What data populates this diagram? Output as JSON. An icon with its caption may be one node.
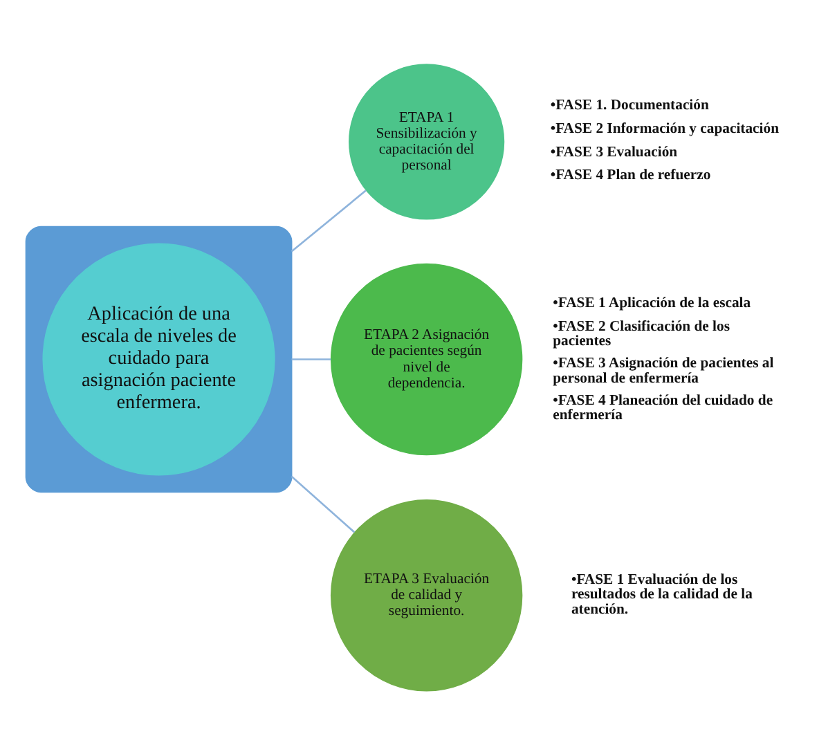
{
  "diagram": {
    "nodes": [
      {
        "text": [],
        "shape": "box"
      },
      {
        "text": [
          "Aplicación de una escala de niveles de cuidado para asignación paciente enfermera."
        ],
        "in": 0
      },
      {
        "text": [
          "ETAPA 1 Sensibilización y capacitación del personal"
        ],
        "beside": [
          "•FASE 1. Documentación",
          "•FASE 2 Información y capacitación",
          "•FASE 3 Evaluación",
          "•FASE 4 Plan de refuerzo"
        ]
      },
      {
        "text": [
          "ETAPA 2 Asignación de pacientes según nivel de dependencia."
        ],
        "beside": [
          "•FASE 1 Aplicación de la escala",
          "•FASE 2 Clasificación de los pacientes",
          "•FASE 3 Asignación de pacientes al personal de enfermería",
          "•FASE 4 Planeación del cuidado de enfermería"
        ]
      },
      {
        "text": [
          "ETAPA 3 Evaluación de calidad y seguimiento."
        ],
        "beside": [
          "•FASE 1 Evaluación de los resultados de la calidad de la atención."
        ]
      }
    ],
    "edges": [
      {
        "from": 0,
        "to": 2,
        "arrow": "none"
      },
      {
        "from": 0,
        "to": 3,
        "arrow": "none"
      },
      {
        "from": 0,
        "to": 4,
        "arrow": "none"
      }
    ]
  }
}
